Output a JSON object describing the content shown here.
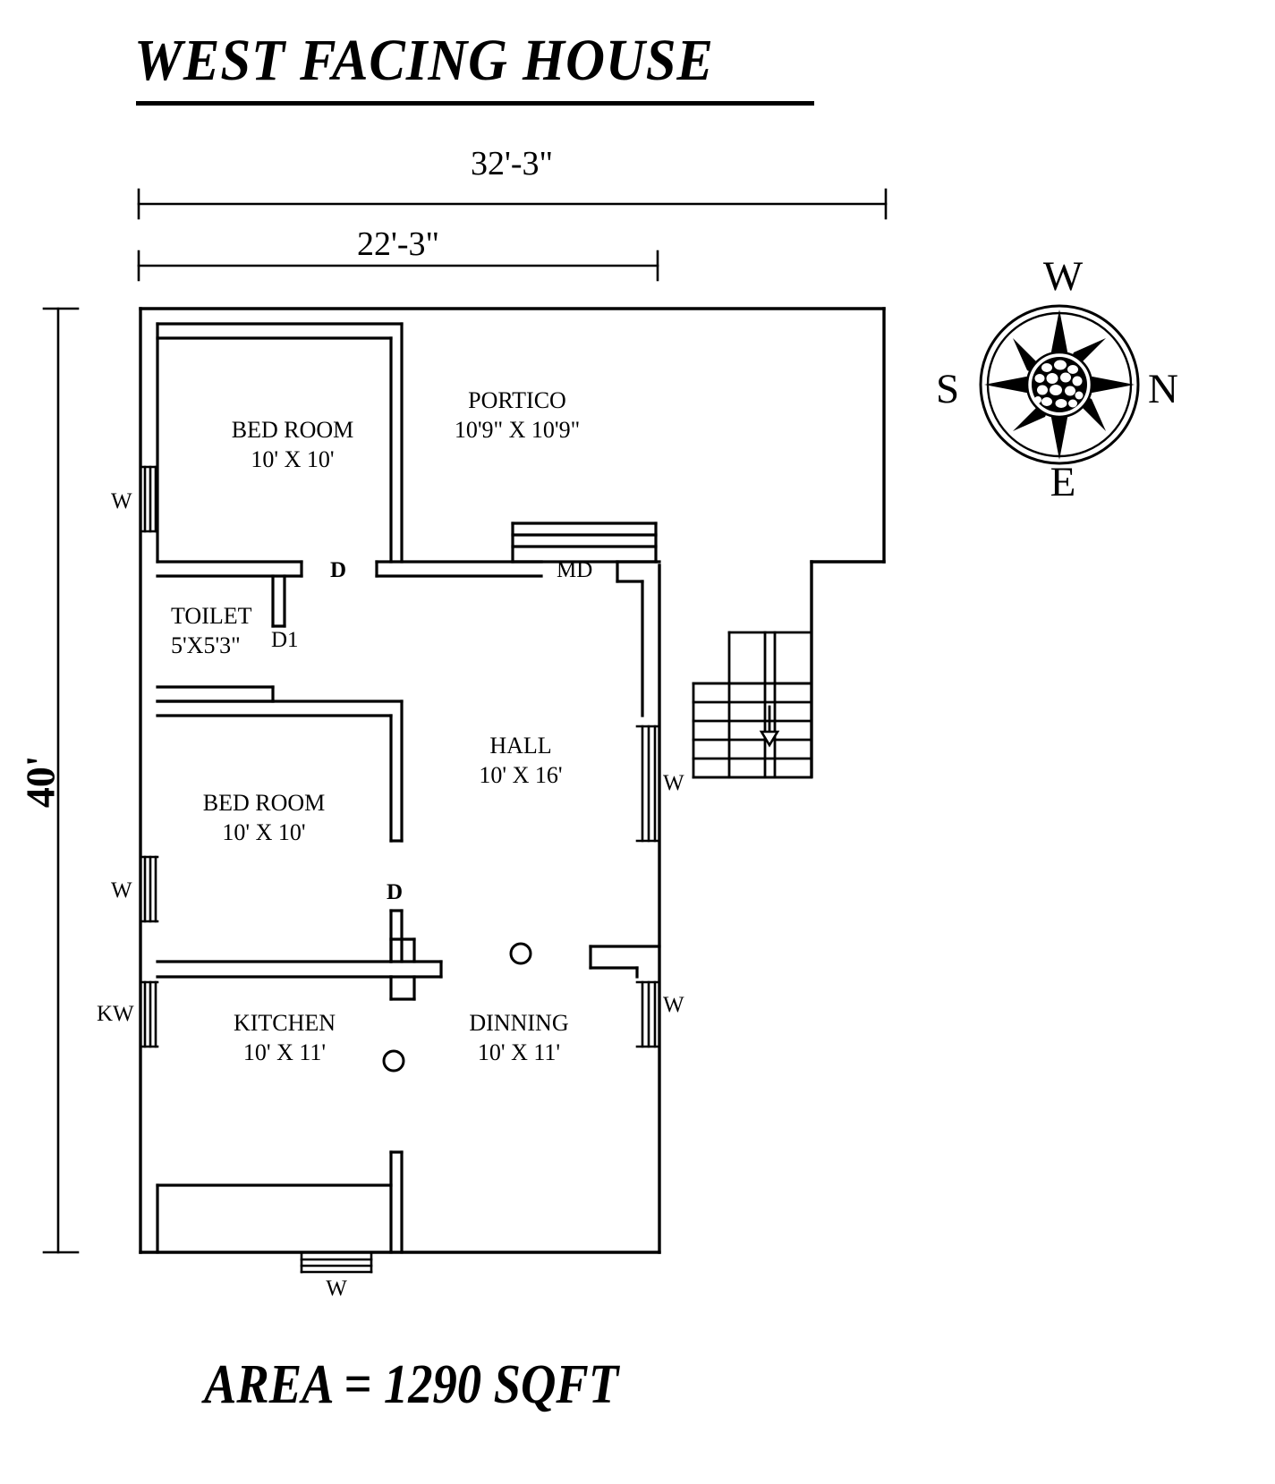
{
  "sheet": {
    "title": "WEST FACING HOUSE",
    "area_note": "AREA = 1290  SQFT",
    "background_color": "#ffffff",
    "line_color": "#000000"
  },
  "dimensions": {
    "top_outer": "32'-3\"",
    "top_inner": "22'-3\"",
    "left_vertical": "40'"
  },
  "compass": {
    "top": "W",
    "left": "S",
    "right": "N",
    "bottom": "E"
  },
  "rooms": [
    {
      "name": "BED ROOM",
      "size": "10' X 10'"
    },
    {
      "name": "PORTICO",
      "size": "10'9\" X 10'9\""
    },
    {
      "name": "TOILET",
      "size": "5'X5'3\""
    },
    {
      "name": "HALL",
      "size": "10' X 16'"
    },
    {
      "name": "BED ROOM",
      "size": "10' X 10'"
    },
    {
      "name": "KITCHEN",
      "size": "10' X 11'"
    },
    {
      "name": "DINNING",
      "size": "10' X 11'"
    }
  ],
  "openings": {
    "door_bed1": "D",
    "door_toilet": "D1",
    "main_door": "MD",
    "door_bed2": "D",
    "window_bed1": "W",
    "window_bed2": "W",
    "window_kitchen": "KW",
    "window_hall": "W",
    "window_dining": "W",
    "window_bottom": "W"
  }
}
